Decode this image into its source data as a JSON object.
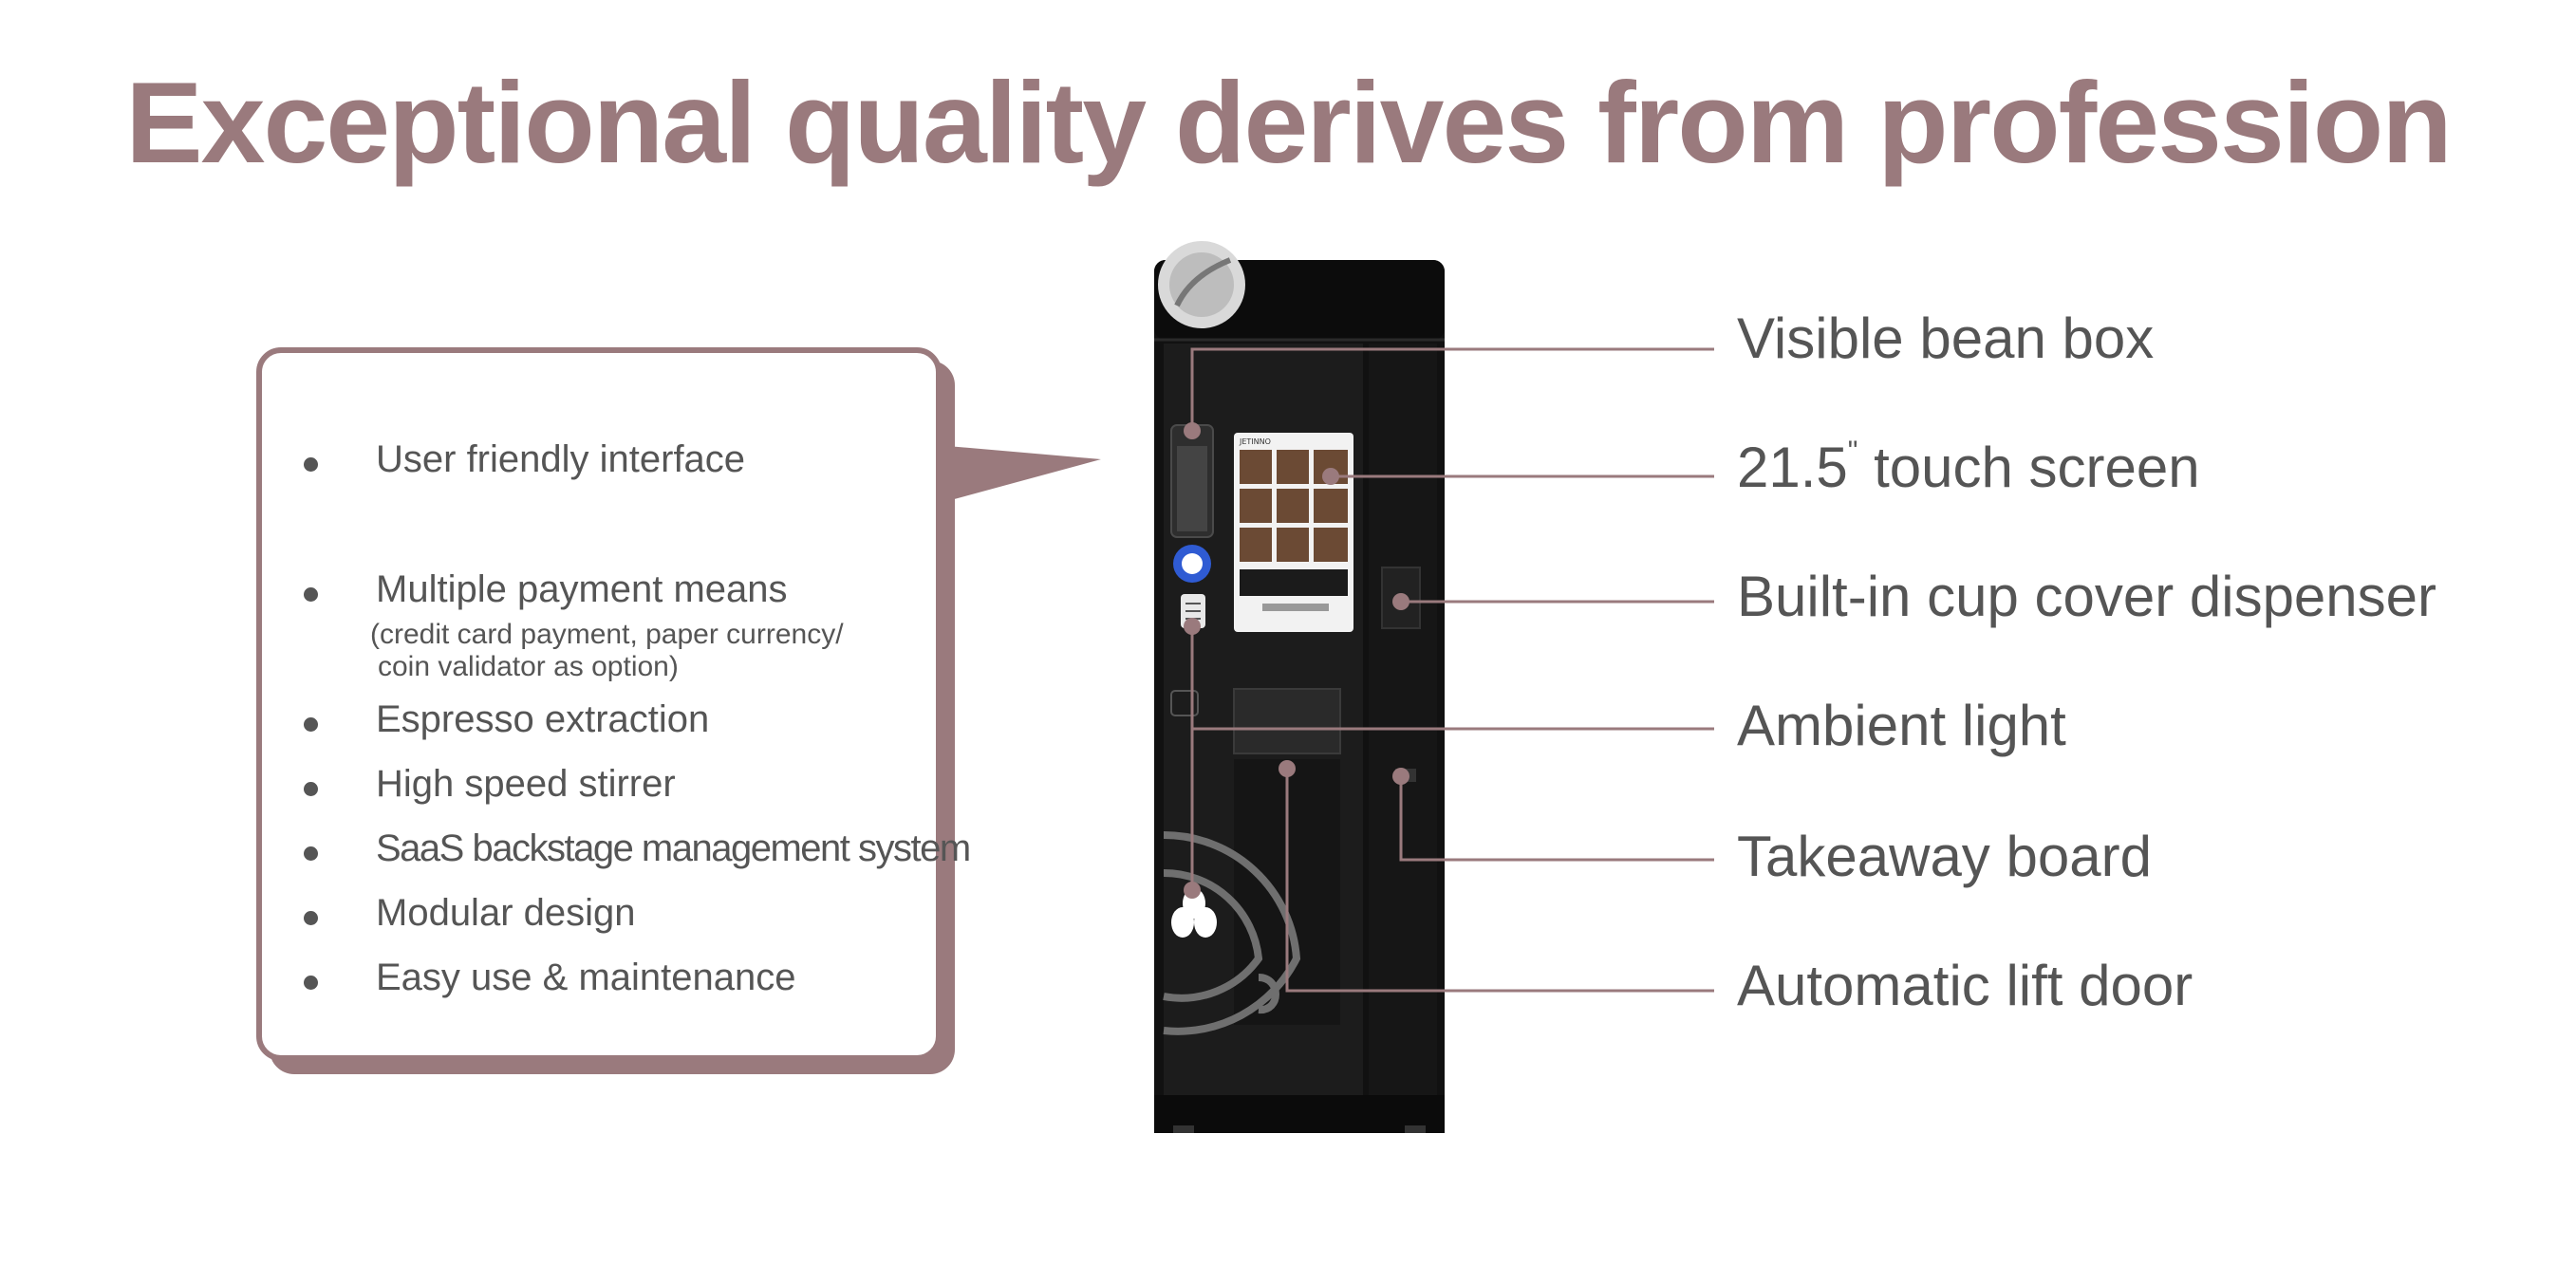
{
  "title": "Exceptional quality derives from profession",
  "colors": {
    "accent": "#9a7a7d",
    "text": "#555555",
    "machine_body": "#111111",
    "machine_panel": "#1c1c1c"
  },
  "features": [
    {
      "label": "User friendly interface"
    },
    {
      "label": "Multiple payment means",
      "sub": [
        "(credit card payment, paper currency/",
        "coin validator as option)"
      ]
    },
    {
      "label": "Espresso extraction"
    },
    {
      "label": "High speed stirrer"
    },
    {
      "label": "SaaS backstage management system"
    },
    {
      "label": "Modular design"
    },
    {
      "label": "Easy use & maintenance"
    }
  ],
  "callouts": [
    {
      "label": "Visible bean box"
    },
    {
      "label": "21.5\" touch screen",
      "number": "21.5",
      "unit": "\"",
      "rest": " touch screen"
    },
    {
      "label": "Built-in cup cover dispenser"
    },
    {
      "label": "Ambient light"
    },
    {
      "label": "Takeaway board"
    },
    {
      "label": "Automatic lift door"
    }
  ],
  "screen": {
    "brand": "JETINNO"
  },
  "icons": [
    "coffee-bean-icon",
    "coffee-cup-icon",
    "nfc-reader-icon",
    "bill-acceptor-icon"
  ]
}
